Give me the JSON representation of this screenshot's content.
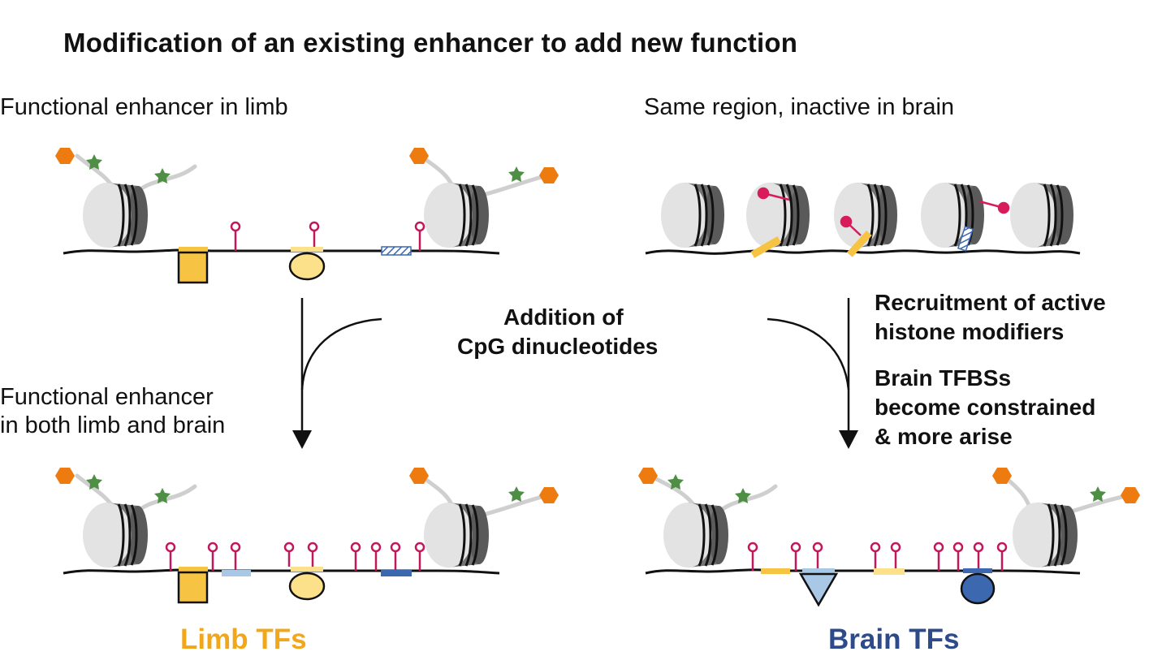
{
  "title": "Modification of an existing enhancer to add new function",
  "panels": {
    "top_left_label": "Functional enhancer in limb",
    "top_right_label": "Same region, inactive in brain",
    "bottom_left_label_line1": "Functional enhancer",
    "bottom_left_label_line2": "in both limb and brain"
  },
  "arrows": {
    "center_label_line1": "Addition of",
    "center_label_line2": "CpG dinucleotides",
    "right_label_1_line1": "Recruitment of active",
    "right_label_1_line2": "histone modifiers",
    "right_label_2_line1": "Brain TFBSs",
    "right_label_2_line2": "become constrained",
    "right_label_2_line3": "& more arise"
  },
  "legend": {
    "limb_tfs": "Limb TFs",
    "brain_tfs": "Brain TFs"
  },
  "colors": {
    "limb_tf": "#f2a71b",
    "brain_tf": "#2d4a8a",
    "nucleosome_dark": "#737373",
    "nucleosome_light": "#e3e3e3",
    "cpg": "#c2185b",
    "active_mark_hexagon": "#ee7b10",
    "active_mark_star": "#4f8f45",
    "repressive_mark": "#d81b5c",
    "tfbs_yellow": "#f6c342",
    "tfbs_lightyellow": "#fde08a",
    "tfbs_lightblue": "#a8c8e6",
    "tfbs_blue": "#3c68b0"
  }
}
